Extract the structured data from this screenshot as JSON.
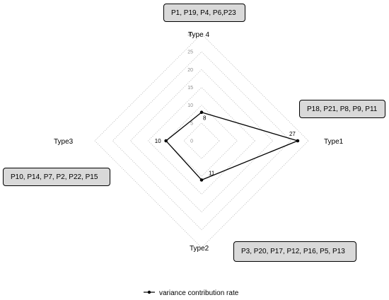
{
  "chart_data": {
    "type": "radar",
    "axes": [
      "Type1",
      "Type2",
      "Type3",
      "Type 4"
    ],
    "rlim": [
      0,
      30
    ],
    "rticks": [
      "0",
      "5",
      "10",
      "15",
      "20",
      "25",
      "30"
    ],
    "series": [
      {
        "name": "variance contribution rate",
        "values": [
          27,
          11,
          10,
          8
        ],
        "color": "#000000"
      }
    ],
    "data_labels": [
      "27",
      "11",
      "10",
      "8"
    ],
    "grid": true,
    "legend": "bottom"
  },
  "annotations": {
    "top": "P1, P19, P4, P6,P23",
    "right": "P18, P21, P8, P9, P11",
    "left": "P10, P14, P7, P2, P22, P15",
    "bottom": "P3, P20, P17, P12, P16, P5, P13"
  }
}
